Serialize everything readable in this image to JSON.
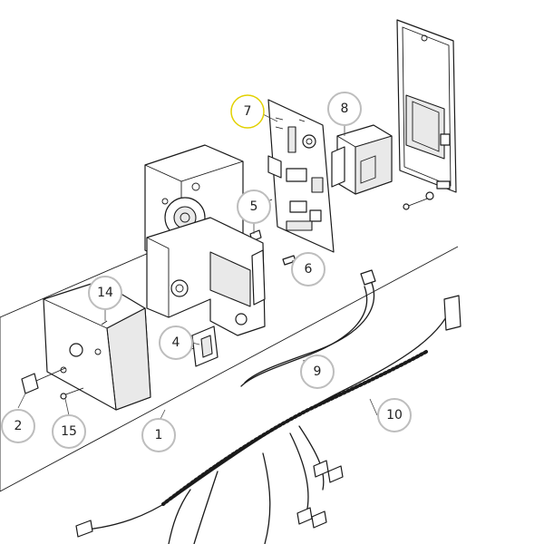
{
  "diagram": {
    "callouts": [
      {
        "id": "c1",
        "label": "1",
        "highlighted": false
      },
      {
        "id": "c2",
        "label": "2",
        "highlighted": false
      },
      {
        "id": "c4",
        "label": "4",
        "highlighted": false
      },
      {
        "id": "c5",
        "label": "5",
        "highlighted": false
      },
      {
        "id": "c6",
        "label": "6",
        "highlighted": false
      },
      {
        "id": "c7",
        "label": "7",
        "highlighted": true
      },
      {
        "id": "c8",
        "label": "8",
        "highlighted": false
      },
      {
        "id": "c9",
        "label": "9",
        "highlighted": false
      },
      {
        "id": "c10",
        "label": "10",
        "highlighted": false
      },
      {
        "id": "c14",
        "label": "14",
        "highlighted": false
      },
      {
        "id": "c15",
        "label": "15",
        "highlighted": false
      }
    ],
    "colors": {
      "highlight": "#fff200",
      "callout_ring": "#bdbdbd",
      "line": "#1a1a1a"
    }
  }
}
